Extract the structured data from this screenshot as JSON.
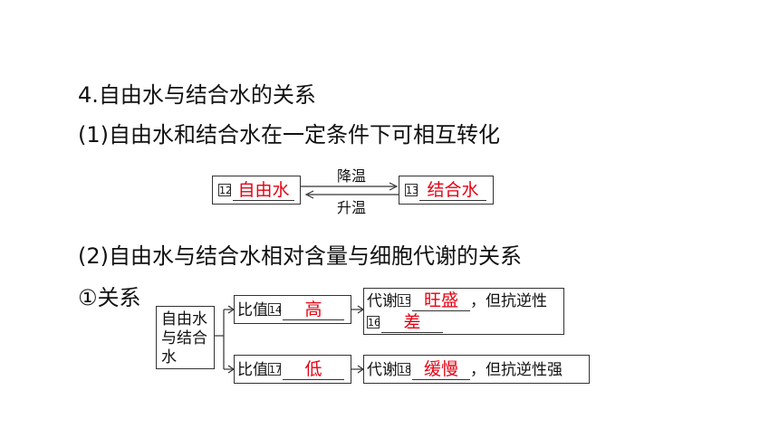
{
  "headings": {
    "h4": "4.自由水与结合水的关系",
    "h1": "(1)自由水和结合水在一定条件下可相互转化",
    "h2": "(2)自由水与结合水相对含量与细胞代谢的关系",
    "h3": "①关系"
  },
  "conversion": {
    "left_num": "12",
    "left_answer": "自由水",
    "right_num": "13",
    "right_answer": "结合水",
    "top_label": "降温",
    "bottom_label": "升温"
  },
  "relation": {
    "source_label": "自由水与结合水",
    "upper": {
      "ratio_label": "比值",
      "ratio_num": "14",
      "ratio_answer": "高",
      "metab_label": "代谢",
      "metab_num": "15",
      "metab_answer": "旺盛",
      "metab_suffix": "，但抗逆性",
      "resist_num": "16",
      "resist_answer": "差"
    },
    "lower": {
      "ratio_label": "比值",
      "ratio_num": "17",
      "ratio_answer": "低",
      "metab_label": "代谢",
      "metab_num": "18",
      "metab_answer": "缓慢",
      "metab_suffix": "，但抗逆性强"
    }
  }
}
